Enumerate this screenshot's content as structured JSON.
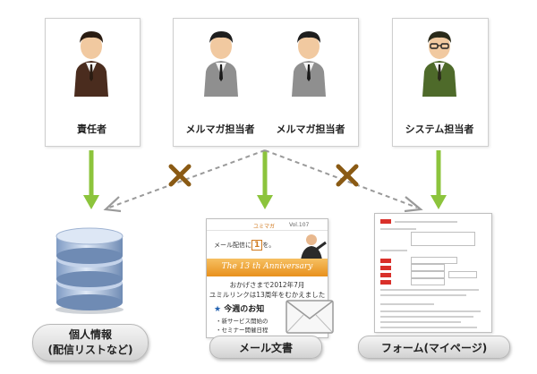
{
  "roles": {
    "manager": "責任者",
    "mailmag_1": "メルマガ担当者",
    "mailmag_2": "メルマガ担当者",
    "system": "システム担当者"
  },
  "targets": {
    "personal_info_line1": "個人情報",
    "personal_info_line2": "(配信リストなど)",
    "mail_text": "メール文書",
    "form": "フォーム(マイページ)"
  },
  "newsletter": {
    "brand": "ユミマガ",
    "vol": "Vol.107",
    "promo_prefix": "メール配信に",
    "promo_highlight": "1",
    "promo_suffix": "を。",
    "banner": "The 13 th Anniversary",
    "body_line1": "おかげさまで2012年7月",
    "body_line2": "ユミルリンクは13周年をむかえました",
    "weekly_heading": "今週のお知",
    "item1": "・新サービス開始の",
    "item2": "・セミナー開催日程"
  },
  "colors": {
    "arrow_green": "#8cc43c",
    "cross_brown": "#8a5a14",
    "dashed_gray": "#9a9a9a",
    "banner_orange": "#f0a030",
    "required_red": "#d9302a"
  },
  "icons": {
    "manager": "person-brown-suit-icon",
    "mailmag": "person-gray-suit-icon",
    "system": "person-green-jacket-glasses-icon",
    "database": "database-icon",
    "envelope": "envelope-icon",
    "deny": "cross-icon"
  }
}
